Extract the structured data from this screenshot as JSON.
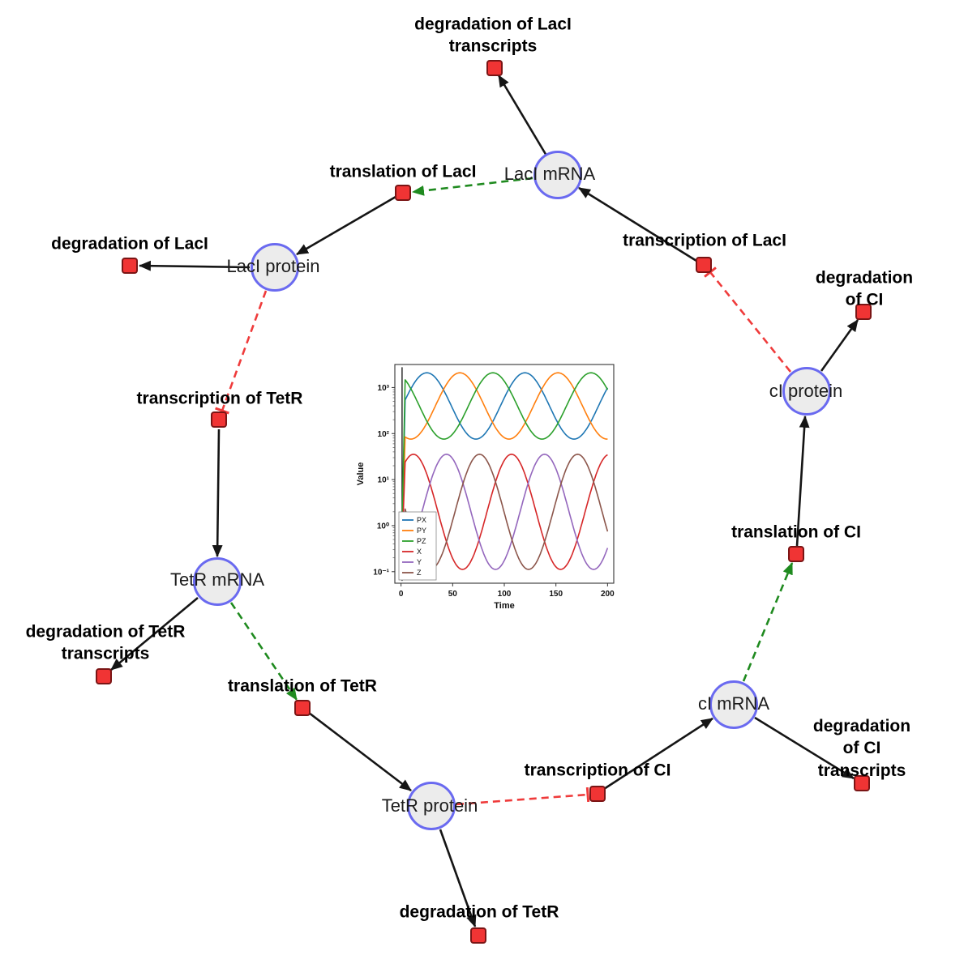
{
  "diagram": {
    "species": [
      {
        "label": "LacI mRNA"
      },
      {
        "label": "LacI protein"
      },
      {
        "label": "TetR mRNA"
      },
      {
        "label": "TetR protein"
      },
      {
        "label": "cI mRNA"
      },
      {
        "label": "cI protein"
      }
    ],
    "reactions": [
      {
        "label": "degradation of LacI\ntranscripts"
      },
      {
        "label": "translation of LacI"
      },
      {
        "label": "degradation of LacI"
      },
      {
        "label": "transcription of LacI"
      },
      {
        "label": "degradation of CI"
      },
      {
        "label": "transcription of TetR"
      },
      {
        "label": "translation of CI"
      },
      {
        "label": "degradation of TetR\ntranscripts"
      },
      {
        "label": "translation of TetR"
      },
      {
        "label": "transcription of CI"
      },
      {
        "label": "degradation of CI\ntranscripts"
      },
      {
        "label": "degradation of TetR"
      }
    ],
    "colors": {
      "species_fill": "#ececec",
      "species_border": "#6a6af0",
      "reaction_fill": "#f03434",
      "reaction_border": "#7a1515",
      "production_edge": "#151515",
      "catalysis_edge": "#1f8a1f",
      "inhibition_edge": "#ef3b3b"
    }
  },
  "chart_data": {
    "type": "line",
    "title": "",
    "xlabel": "Time",
    "ylabel": "Value",
    "x_ticks": [
      0,
      50,
      100,
      150,
      200
    ],
    "x_range": [
      -6,
      206
    ],
    "y_scale": "log",
    "y_tick_labels": [
      "10⁻¹",
      "10⁰",
      "10¹",
      "10²",
      "10³"
    ],
    "y_tick_logs": [
      -1,
      0,
      1,
      2,
      3
    ],
    "y_log_range": [
      -1.25,
      3.5
    ],
    "legend_position": "lower left",
    "series": [
      {
        "name": "PX",
        "color": "#1f77b4",
        "center_log": 2.6,
        "amp_log": 0.72,
        "period": 95,
        "peak_t": 25
      },
      {
        "name": "PY",
        "color": "#ff7f0e",
        "center_log": 2.6,
        "amp_log": 0.72,
        "period": 95,
        "peak_t": 57
      },
      {
        "name": "PZ",
        "color": "#2ca02c",
        "center_log": 2.6,
        "amp_log": 0.72,
        "period": 95,
        "peak_t": 89
      },
      {
        "name": "X",
        "color": "#d62728",
        "center_log": 0.3,
        "amp_log": 1.25,
        "period": 95,
        "peak_t": 12
      },
      {
        "name": "Y",
        "color": "#9467bd",
        "center_log": 0.3,
        "amp_log": 1.25,
        "period": 95,
        "peak_t": 44
      },
      {
        "name": "Z",
        "color": "#8c564b",
        "center_log": 0.3,
        "amp_log": 1.25,
        "period": 95,
        "peak_t": 76
      }
    ]
  }
}
